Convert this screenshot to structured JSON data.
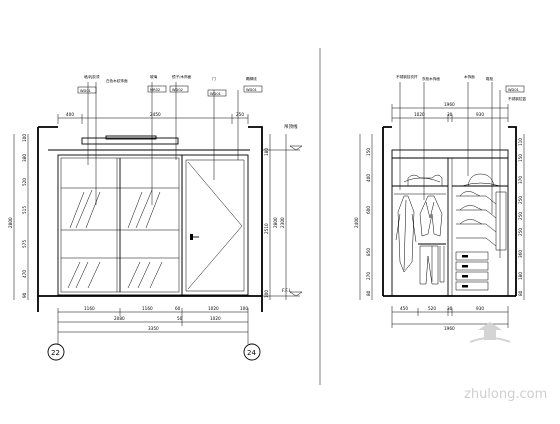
{
  "left_elevation": {
    "callouts": {
      "labels": [
        "墙/乳胶漆",
        "白色木纹饰面",
        "玻璃",
        "镜子/木饰面",
        "门",
        "踢脚线"
      ],
      "codes": [
        "WD01",
        "MR02",
        "WD02",
        "WD01",
        "WD01"
      ]
    },
    "top_dims": [
      "400",
      "2450",
      "250"
    ],
    "ceiling_label": "吊顶线",
    "floor_label": "F.F.L",
    "left_dims": [
      "100",
      "380",
      "520",
      "515",
      "575",
      "470",
      "90"
    ],
    "left_total": "2800",
    "right_dims": [
      "180",
      "2510",
      "100"
    ],
    "right_totals": [
      "2800",
      "2300"
    ],
    "bottom_dims": [
      "1160",
      "1160",
      "60",
      "1020",
      "100"
    ],
    "bottom_sub": [
      "2080",
      "50",
      "1020"
    ],
    "bottom_total": "3350",
    "axis_left": "22",
    "axis_right": "24"
  },
  "right_elevation": {
    "callouts": {
      "labels": [
        "不锈钢挂衣杆",
        "衣柜木饰面",
        "木饰面",
        "鞋柜",
        "不锈钢拉篮"
      ],
      "code": "WD01"
    },
    "top_total": "1960",
    "top_dims": [
      "1020",
      "30",
      "930"
    ],
    "left_dims": [
      "150",
      "400",
      "600",
      "850",
      "270",
      "80"
    ],
    "left_total": "2400",
    "right_dims": [
      "110",
      "150",
      "370",
      "250",
      "250",
      "250",
      "360",
      "180",
      "80"
    ],
    "bottom_dims": [
      "450",
      "520",
      "30",
      "930"
    ],
    "bottom_total": "1960"
  },
  "watermark": {
    "site": "zhulong.com"
  }
}
